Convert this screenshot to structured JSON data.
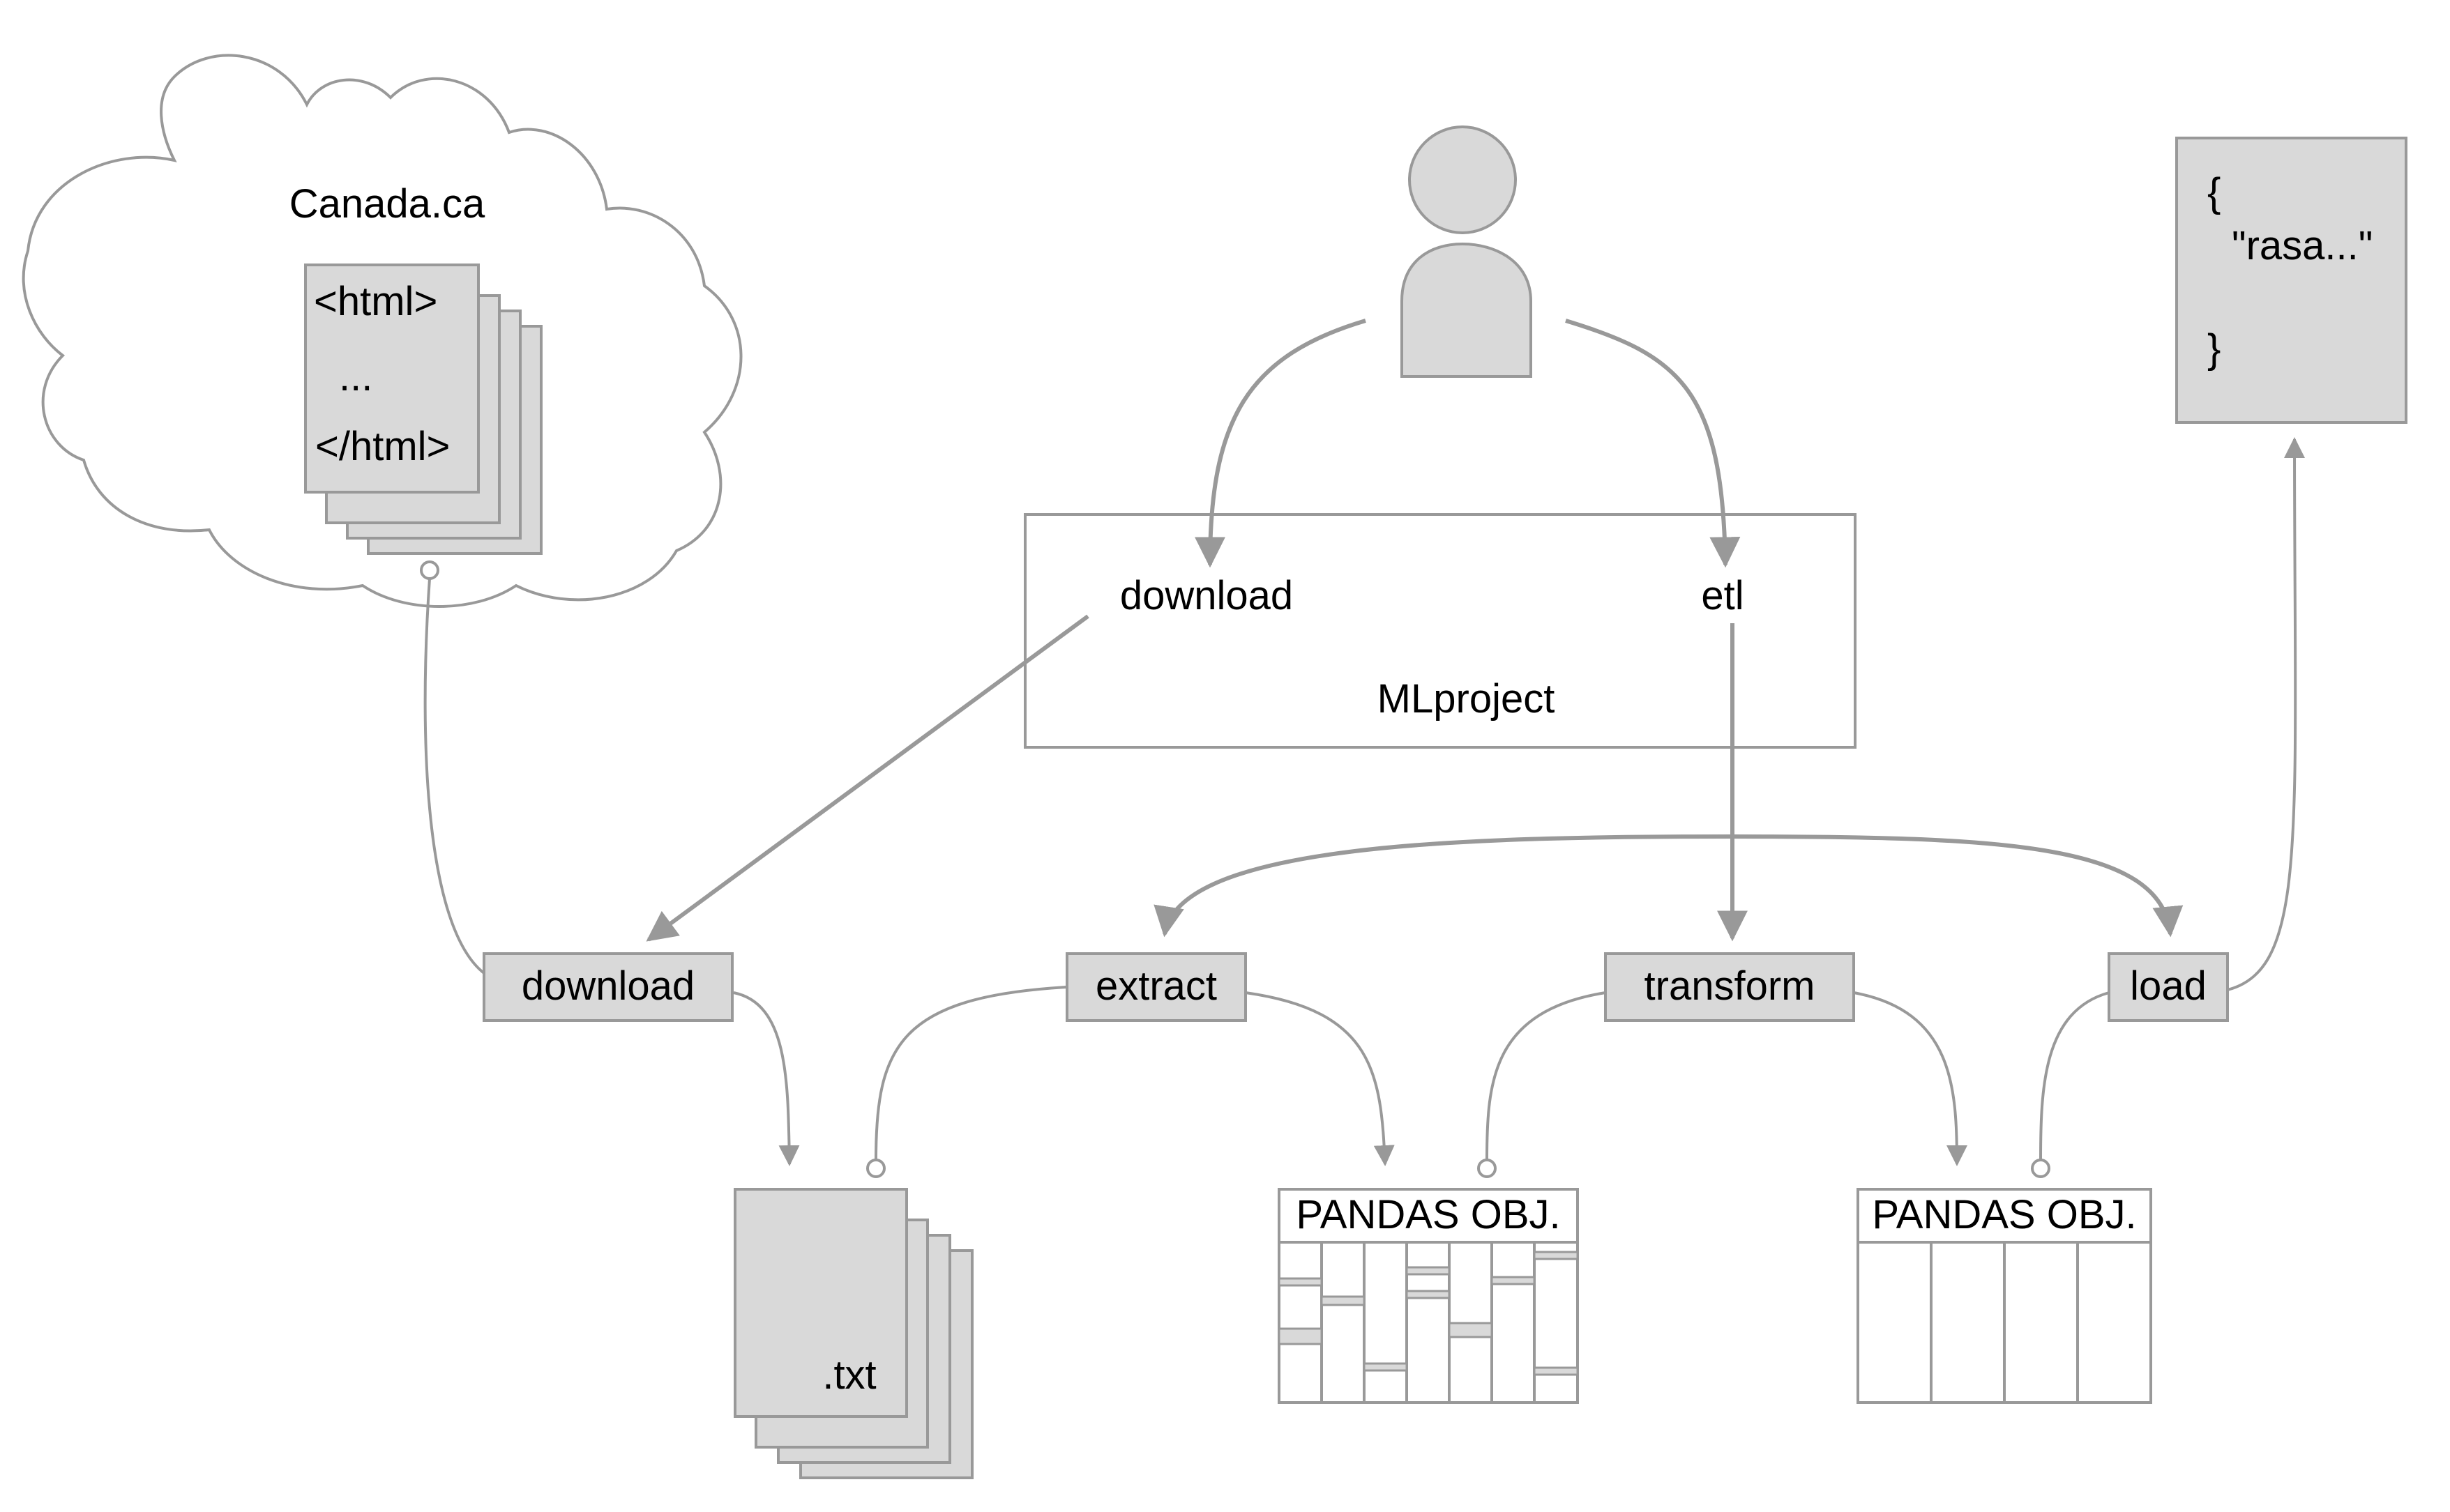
{
  "cloud": {
    "title": "Canada.ca"
  },
  "html_doc": {
    "line1": "<html>",
    "line2": "...",
    "line3": "</html>"
  },
  "json_doc": {
    "line1": "{",
    "line2": "\"rasa...\"",
    "line3": "}"
  },
  "mlproject": {
    "title": "MLproject",
    "cmd_download": "download",
    "cmd_etl": "etl"
  },
  "steps": {
    "download": "download",
    "extract": "extract",
    "transform": "transform",
    "load": "load"
  },
  "outputs": {
    "txt": ".txt",
    "pandas1": "PANDAS OBJ.",
    "pandas2": "PANDAS OBJ."
  },
  "colors": {
    "stroke": "#999999",
    "fill": "#d9d9d9",
    "box_fill": "#ffffff"
  },
  "icons": {
    "user": "user-icon"
  }
}
